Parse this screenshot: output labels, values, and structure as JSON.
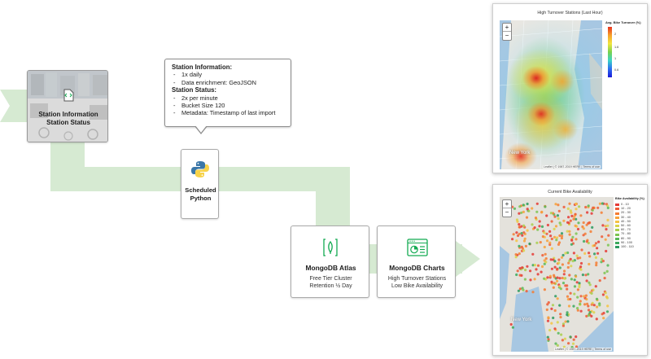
{
  "source": {
    "line1": "Station Information",
    "line2": "Station Status"
  },
  "callout": {
    "section1_title": "Station Information:",
    "section1_items": [
      "1x daily",
      "Data enrichment: GeoJSON"
    ],
    "section2_title": "Station Status:",
    "section2_items": [
      "2x per minute",
      "Bucket Size 120",
      "Metadata: Timestamp of last import"
    ]
  },
  "python": {
    "line1": "Scheduled",
    "line2": "Python"
  },
  "atlas": {
    "title": "MongoDB Atlas",
    "line1": "Free Tier Cluster",
    "line2": "Retention ½ Day"
  },
  "charts": {
    "title": "MongoDB Charts",
    "line1": "High Turnover Stations",
    "line2": "Low Bike Availability"
  },
  "heatmap": {
    "title": "High Turnover Stations (Last Hour)",
    "legend_title": "Avg. Bike Turnover (%)",
    "ticks": [
      "2",
      "1.6",
      "1",
      "0.6"
    ],
    "place_label": "New York",
    "attribution": "Leaflet | © 1987-2019 HERE | Terms of use"
  },
  "availability": {
    "title": "Current Bike Availability",
    "legend_title": "Bike Availability (%)",
    "bins": [
      {
        "label": "0 - 10",
        "color": "#e53935"
      },
      {
        "label": "10 - 20",
        "color": "#ef5a34"
      },
      {
        "label": "20 - 30",
        "color": "#f57c32"
      },
      {
        "label": "30 - 40",
        "color": "#f8a13a"
      },
      {
        "label": "40 - 50",
        "color": "#f6c342"
      },
      {
        "label": "50 - 60",
        "color": "#d9d34a"
      },
      {
        "label": "60 - 70",
        "color": "#a9cf4c"
      },
      {
        "label": "70 - 80",
        "color": "#7dc452"
      },
      {
        "label": "80 - 90",
        "color": "#57b857"
      },
      {
        "label": "90 - 100",
        "color": "#3aa95c"
      },
      {
        "label": "100 - 110",
        "color": "#2b9a5e"
      }
    ],
    "place_label": "New York",
    "attribution": "Leaflet | © 1987-2019 HERE | Terms of use"
  },
  "zoom": {
    "plus": "+",
    "minus": "−"
  },
  "colors": {
    "flow": "#d6ead2",
    "accent_green": "#13aa52",
    "python_blue": "#3b77a8",
    "python_yellow": "#f7d34a"
  }
}
